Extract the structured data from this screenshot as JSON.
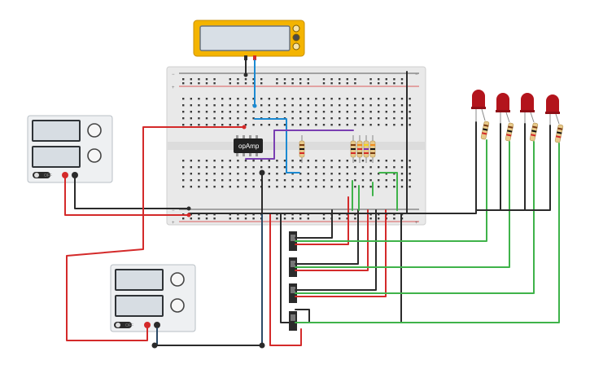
{
  "opamp": {
    "label": "opAmp"
  },
  "power_supplies": [
    {
      "off_label": "OFF"
    },
    {
      "off_label": "OFF"
    }
  ],
  "colors": {
    "meter": "#f4b400",
    "wire_red": "#d42a2a",
    "wire_black": "#2b2b2b",
    "wire_green": "#3fb34a",
    "wire_blue": "#1c8ad2",
    "wire_purple": "#7a3fb2",
    "led_red": "#b3141c"
  },
  "components": {
    "multimeter": "multimeter",
    "breadboard": "breadboard",
    "leds": 4,
    "resistors": 8,
    "slide_switches": 4,
    "power_supplies": 2,
    "op_amp": 1
  }
}
